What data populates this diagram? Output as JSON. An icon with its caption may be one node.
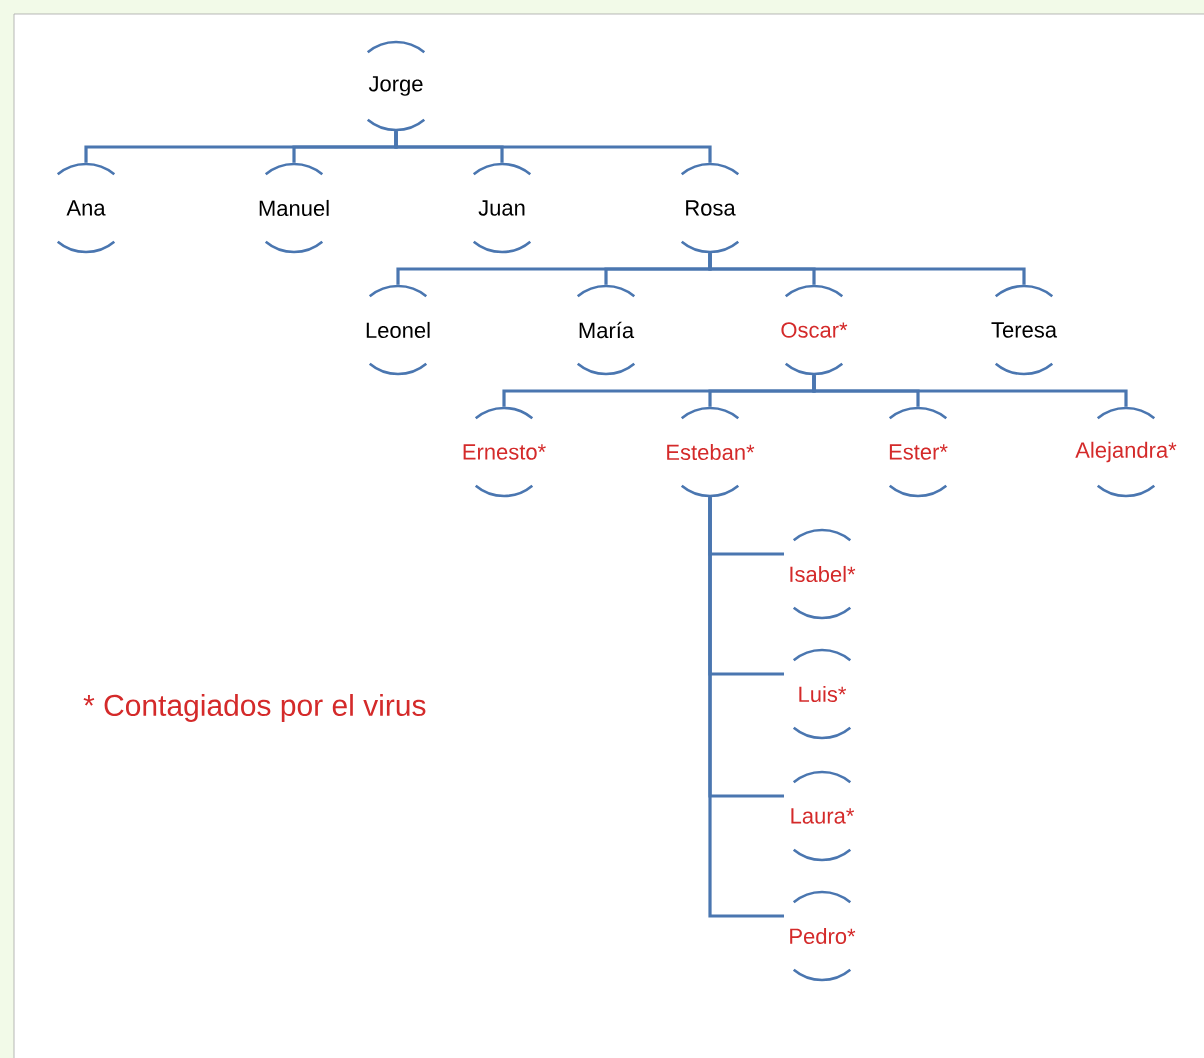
{
  "diagram": {
    "nodes": [
      {
        "text": [
          "Jorge"
        ]
      },
      {
        "text": [
          "Ana"
        ]
      },
      {
        "text": [
          "Manuel"
        ]
      },
      {
        "text": [
          "Juan"
        ]
      },
      {
        "text": [
          "Rosa"
        ]
      },
      {
        "text": [
          "Leonel"
        ]
      },
      {
        "text": [
          "María"
        ]
      },
      {
        "text": [
          "Oscar*"
        ]
      },
      {
        "text": [
          "Teresa"
        ]
      },
      {
        "text": [
          "Ernesto*"
        ]
      },
      {
        "text": [
          "Esteban*"
        ]
      },
      {
        "text": [
          "Ester*"
        ]
      },
      {
        "text": [
          "Alejandra*"
        ]
      },
      {
        "text": [
          "Isabel*"
        ]
      },
      {
        "text": [
          "Luis*"
        ]
      },
      {
        "text": [
          "Laura*"
        ]
      },
      {
        "text": [
          "Pedro*"
        ]
      }
    ],
    "edges": [
      {
        "from": 0,
        "to": 1,
        "arrow": "none"
      },
      {
        "from": 0,
        "to": 2,
        "arrow": "none"
      },
      {
        "from": 0,
        "to": 3,
        "arrow": "none"
      },
      {
        "from": 0,
        "to": 4,
        "arrow": "none"
      },
      {
        "from": 4,
        "to": 5,
        "arrow": "none"
      },
      {
        "from": 4,
        "to": 6,
        "arrow": "none"
      },
      {
        "from": 4,
        "to": 7,
        "arrow": "none"
      },
      {
        "from": 4,
        "to": 8,
        "arrow": "none"
      },
      {
        "from": 7,
        "to": 9,
        "arrow": "none"
      },
      {
        "from": 7,
        "to": 10,
        "arrow": "none"
      },
      {
        "from": 7,
        "to": 11,
        "arrow": "none"
      },
      {
        "from": 7,
        "to": 12,
        "arrow": "none"
      },
      {
        "from": 10,
        "to": 13,
        "arrow": "none"
      },
      {
        "from": 10,
        "to": 14,
        "arrow": "none"
      },
      {
        "from": 10,
        "to": 15,
        "arrow": "none"
      },
      {
        "from": 10,
        "to": 16,
        "arrow": "none"
      }
    ],
    "labels": [
      "* Contagiados por el virus"
    ]
  }
}
